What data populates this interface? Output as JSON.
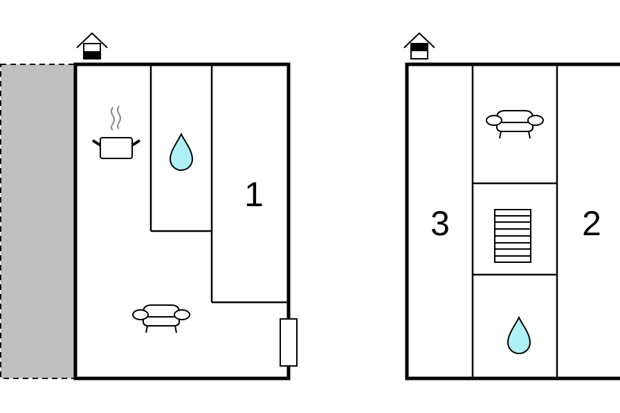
{
  "floors": [
    {
      "name": "ground-floor",
      "room_labels": [
        "1"
      ],
      "icons": [
        "house-ground-floor-icon",
        "kitchen-pot-icon",
        "water-drop-icon",
        "sofa-icon",
        "window-icon"
      ]
    },
    {
      "name": "upper-floor",
      "room_labels": [
        "3",
        "2"
      ],
      "icons": [
        "house-upper-floor-icon",
        "sofa-icon",
        "stairs-icon",
        "water-drop-icon"
      ]
    }
  ],
  "colors": {
    "wall": "#000000",
    "annex": "#c0c0c0",
    "water": "#aef0f5"
  }
}
